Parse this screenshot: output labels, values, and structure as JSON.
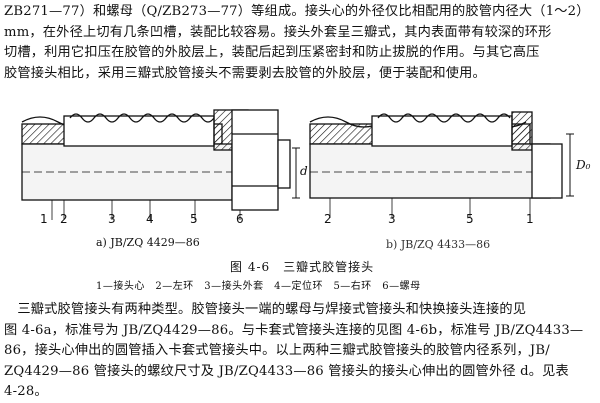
{
  "intro_lines": [
    "ZB271—77）和螺母（Q/ZB273—77）等组成。接头心的外径仅比相配用的胶管内径大（1～2）",
    "mm，在外径上切有几条凹槽，装配比较容易。接头外套呈三瓣式，其内表面带有较深的环形",
    "切槽，利用它扣压在胶管的外胶层上，装配后起到压紧密封和防止拔脱的作用。与其它高压",
    "胶管接头相比，采用三瓣式胶管接头不需要剥去胶管的外胶层，便于装配和使用。"
  ],
  "figure": {
    "caption_a": "a) JB/ZQ 4429—86",
    "caption_b": "b) JB/ZQ 4433—86",
    "title": "图 4-6　三瓣式胶管接头",
    "legend": "1—接头心　2—左环　3—接头外套　4—定位环　5—右环　6—螺母",
    "labels_a": [
      "1",
      "2",
      "3",
      "4",
      "5",
      "6"
    ],
    "labels_b": [
      "2",
      "3",
      "5",
      "1"
    ],
    "dim_a": "d",
    "dim_b": "D₀"
  },
  "body_lines": [
    "　三瓣式胶管接头有两种类型。胶管接头一端的螺母与焊接式管接头和快换接头连接的见",
    "图 4-6a，标准号为 JB/ZQ4429—86。与卡套式管接头连接的见图 4-6b，标准号 JB/ZQ4433—",
    "86，接头心伸出的圆管插入卡套式管接头中。以上两种三瓣式胶管接头的胶管内径系列，JB/",
    "ZQ4429—86 管接头的螺纹尺寸及 JB/ZQ4433—86 管接头的接头心伸出的圆管外径 d。见表",
    "4-28。"
  ]
}
